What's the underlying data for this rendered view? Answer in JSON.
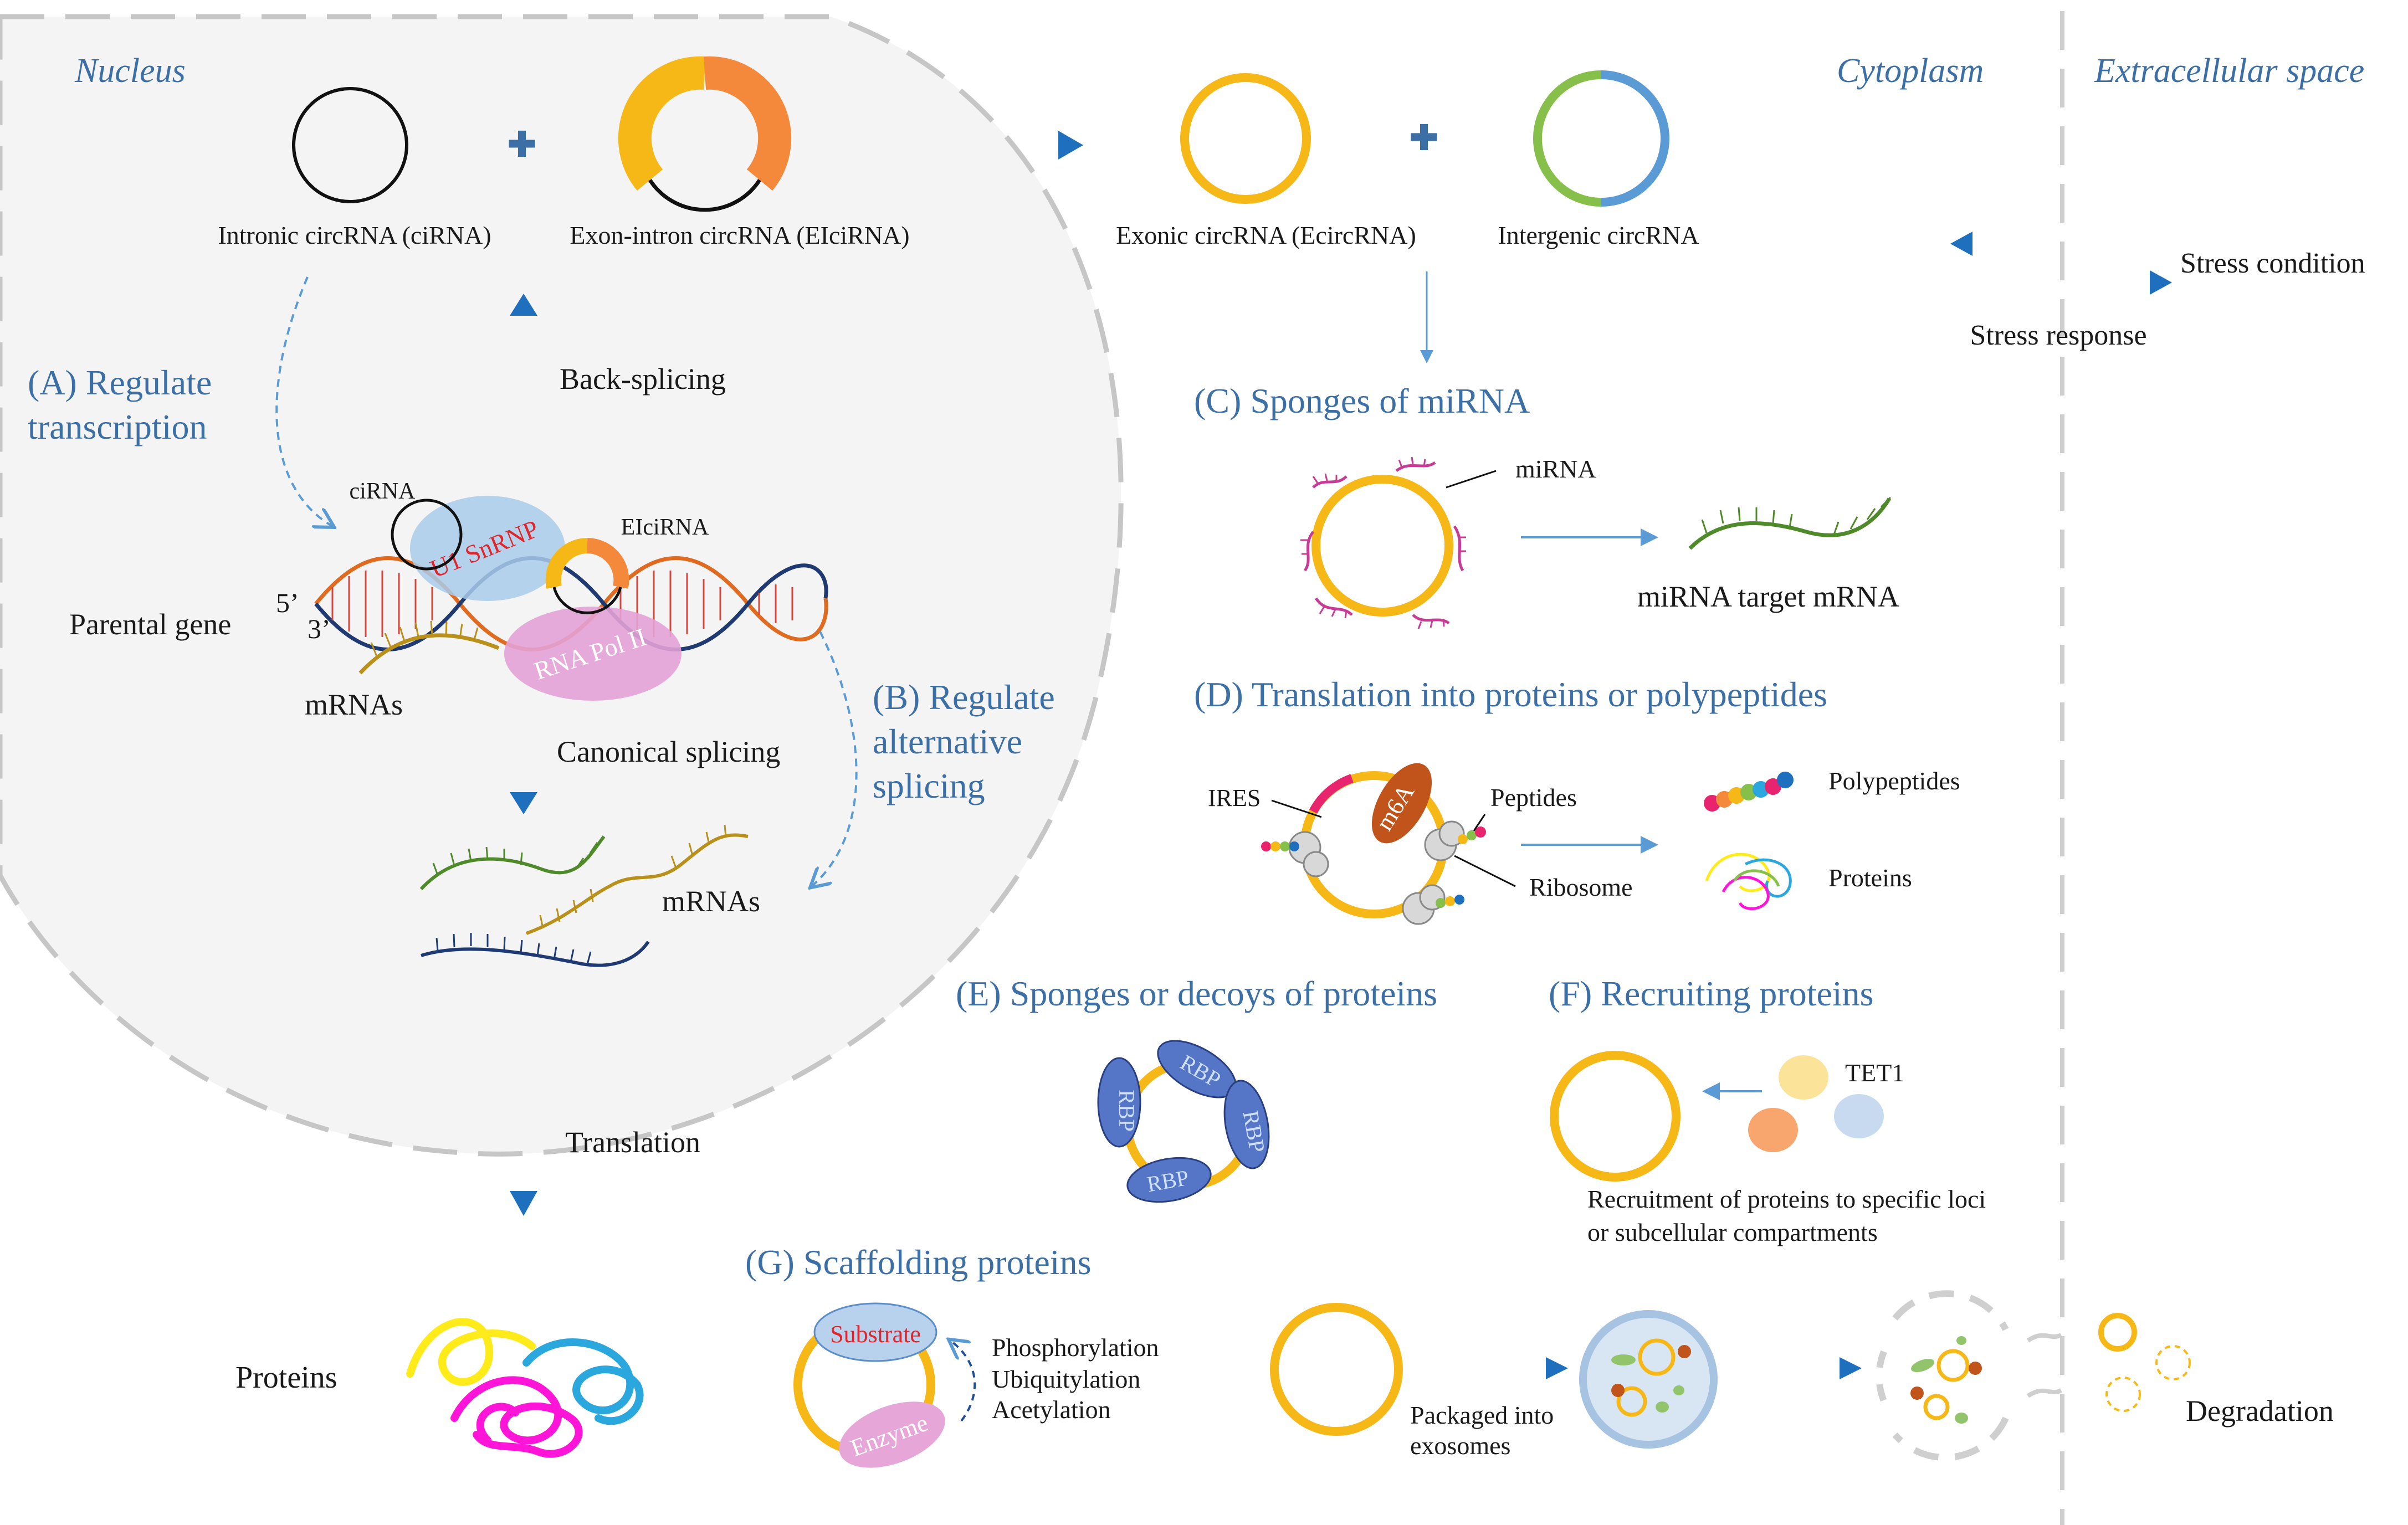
{
  "colors": {
    "blue_text": "#3b6fa6",
    "circ_yellow": "#f6b817",
    "circ_orange": "#f5893b",
    "nucleus_fill": "#f4f4f4",
    "green": "#86c04a",
    "steel_blue": "#5b9bd5",
    "magenta": "#c83b95"
  },
  "regions": {
    "nucleus": "Nucleus",
    "cytoplasm": "Cytoplasm",
    "extracellular": "Extracellular space"
  },
  "circ_types": {
    "intronic": "Intronic circRNA (ciRNA)",
    "exon_intron": "Exon-intron circRNA (EIciRNA)",
    "exonic": "Exonic circRNA (EcircRNA)",
    "intergenic": "Intergenic circRNA"
  },
  "stress": {
    "condition": "Stress condition",
    "response": "Stress response"
  },
  "nucleus": {
    "regulate_transcription_1": "(A) Regulate",
    "regulate_transcription_2": "transcription",
    "back_splicing": "Back-splicing",
    "ciRNA": "ciRNA",
    "EIciRNA": "EIciRNA",
    "u1": "U1 SnRNP",
    "pol": "RNA Pol II",
    "five": "5’",
    "three": "3’",
    "parental_gene": "Parental gene",
    "mRNAs_top": "mRNAs",
    "canonical_splicing": "Canonical splicing",
    "alt_splicing_1": "(B) Regulate",
    "alt_splicing_2": "alternative",
    "alt_splicing_3": "splicing",
    "mRNAs_bottom": "mRNAs",
    "translation": "Translation",
    "proteins": "Proteins"
  },
  "functions": {
    "C": {
      "title": "(C) Sponges of miRNA",
      "mirna": "miRNA",
      "target": "miRNA target mRNA"
    },
    "D": {
      "title": "(D) Translation into proteins or polypeptides",
      "ires": "IRES",
      "m6a": "m6A",
      "peptides": "Peptides",
      "ribosome": "Ribosome",
      "polypeptides": "Polypeptides",
      "proteins": "Proteins"
    },
    "E": {
      "title": "(E) Sponges or decoys of proteins",
      "rbp": "RBP"
    },
    "F": {
      "title": "(F) Recruiting proteins",
      "tet1": "TET1",
      "desc_1": "Recruitment of proteins to specific loci",
      "desc_2": "or subcellular compartments"
    },
    "G": {
      "title": "(G) Scaffolding proteins",
      "substrate": "Substrate",
      "enzyme": "Enzyme",
      "mod_1": "Phosphorylation",
      "mod_2": "Ubiquitylation",
      "mod_3": "Acetylation"
    }
  },
  "exosome": {
    "packaged_1": "Packaged into",
    "packaged_2": "exosomes",
    "degradation": "Degradation"
  }
}
